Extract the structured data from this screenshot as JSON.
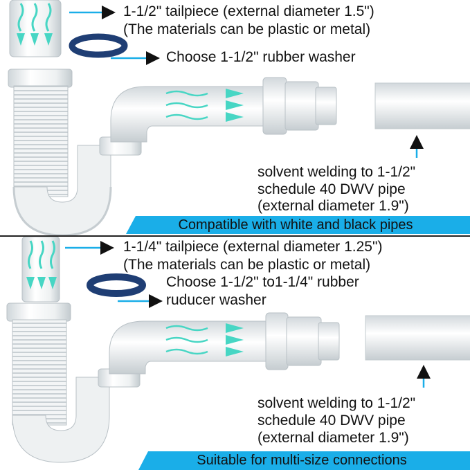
{
  "colors": {
    "accent_cyan": "#1aaee8",
    "pipe_white": "#f4f6f7",
    "pipe_shade": "#cfd6da",
    "washer_blue": "#1f3e74",
    "arrow_teal": "#47d6c4",
    "arrow_dark": "#111111"
  },
  "top": {
    "tailpiece_line1": "1-1/2\" tailpiece (external diameter 1.5\")",
    "tailpiece_line2": "(The materials can be plastic or metal)",
    "washer": "Choose 1-1/2\" rubber  washer",
    "welding_line1": "solvent welding to 1-1/2\"",
    "welding_line2": "schedule 40 DWV pipe",
    "welding_line3": "(external diameter 1.9\")",
    "banner": "Compatible with white and black pipes"
  },
  "bottom": {
    "tailpiece_line1": "1-1/4\" tailpiece (external diameter 1.25\")",
    "tailpiece_line2": "(The materials can be plastic or metal)",
    "washer_line1": "Choose 1-1/2\" to1-1/4\" rubber",
    "washer_line2": "ruducer washer",
    "welding_line1": "solvent welding to 1-1/2\"",
    "welding_line2": "schedule 40 DWV pipe",
    "welding_line3": "(external diameter 1.9\")",
    "banner": "Suitable for multi-size connections"
  },
  "icons": [
    "tailpiece-pipe-icon",
    "rubber-washer-icon",
    "p-trap-icon",
    "slip-nut-icon",
    "dwv-pipe-icon",
    "pointer-arrow-icon",
    "flow-arrow-icon"
  ]
}
